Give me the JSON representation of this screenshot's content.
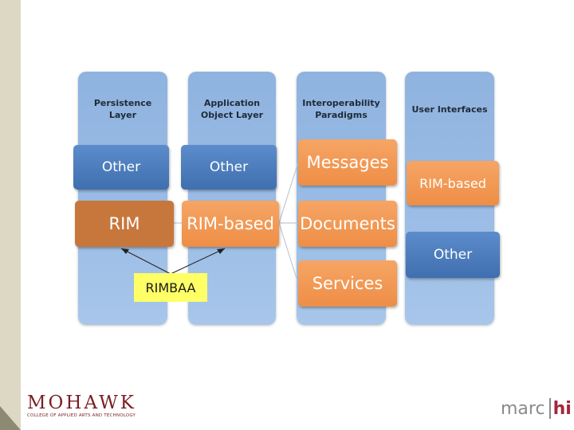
{
  "columns": [
    {
      "title_line1": "Persistence",
      "title_line2": "Layer"
    },
    {
      "title_line1": "Application",
      "title_line2": "Object Layer"
    },
    {
      "title_line1": "Interoperability",
      "title_line2": "Paradigms"
    },
    {
      "title_line1": "User Interfaces",
      "title_line2": ""
    }
  ],
  "boxes": {
    "persistence_other": "Other",
    "persistence_rim": "RIM",
    "app_other": "Other",
    "app_rim_based": "RIM-based",
    "messages": "Messages",
    "documents": "Documents",
    "services": "Services",
    "ui_rim_based": "RIM-based",
    "ui_other": "Other"
  },
  "rimbaa_label": "RIMBAA",
  "logos": {
    "mohawk_name": "MOHAWK",
    "mohawk_tagline": "COLLEGE OF APPLIED ARTS AND TECHNOLOGY",
    "marc_text": "marc",
    "hi_text": "hi"
  },
  "colors": {
    "column_blue": "#9bbde6",
    "box_blue": "#4a7cbd",
    "box_orange": "#f29a55",
    "rim_dark_orange": "#c7773b",
    "rimbaa_yellow": "#ffff66",
    "mohawk_maroon": "#7a1f24"
  }
}
